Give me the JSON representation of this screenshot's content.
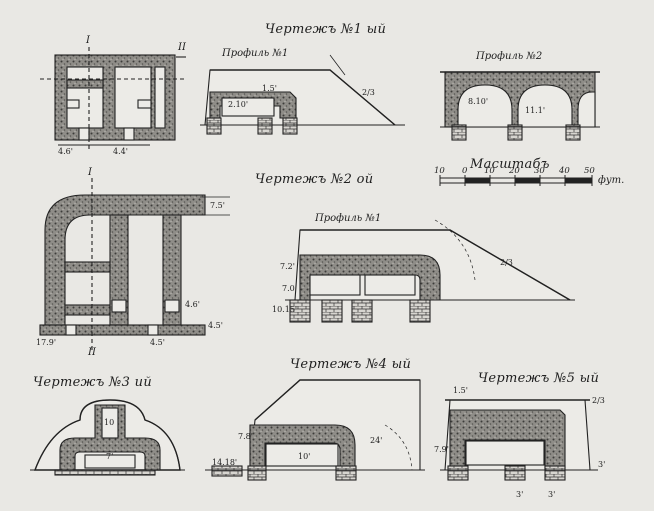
{
  "titles": {
    "drawing1": "Чертежъ №1 ый",
    "drawing2": "Чертежъ №2 ой",
    "drawing3": "Чертежъ №3 ий",
    "drawing4": "Чертежъ №4 ый",
    "drawing5": "Чертежъ №5 ый"
  },
  "profiles": {
    "d1_profile1": "Профиль №1",
    "d1_profile2": "Профиль №2",
    "d2_profile1": "Профиль №1"
  },
  "scale": {
    "label": "Масштабъ",
    "ticks": [
      "10",
      "0",
      "10",
      "20",
      "30",
      "40",
      "50"
    ],
    "unit": "фут."
  },
  "section_marks": {
    "one": "I",
    "two": "II"
  },
  "dimensions": {
    "d1_plan_left": "4.6'",
    "d1_plan_mid": "4.4'",
    "d1_p1_height": "2.10'",
    "d1_p1_a": "1.5'",
    "d1_p1_slope": "2/3",
    "d1_p2_span": "8.10'",
    "d1_p2_b": "11.1'",
    "d2_top": "7.5'",
    "d2_mid": "4.6'",
    "d2_bottom": "4.5'",
    "d2_plan_left": "17.9'",
    "d2_plan_mid": "4.5'",
    "d2_p1_height": "7.2'",
    "d2_p1_low": "7.0'",
    "d2_p1_foot": "10.15'",
    "d2_p1_slope": "2/3",
    "d3_upper": "10",
    "d3_lower": "7'",
    "d4_height": "7.8'",
    "d4_left": "14.18'",
    "d4_span": "10'",
    "d4_radius": "24'",
    "d5_top": "1.5'",
    "d5_height": "7.9'",
    "d5_slope": "2/3",
    "d5_right": "3'",
    "d5_base": "3'",
    "d5_base2": "3'"
  }
}
